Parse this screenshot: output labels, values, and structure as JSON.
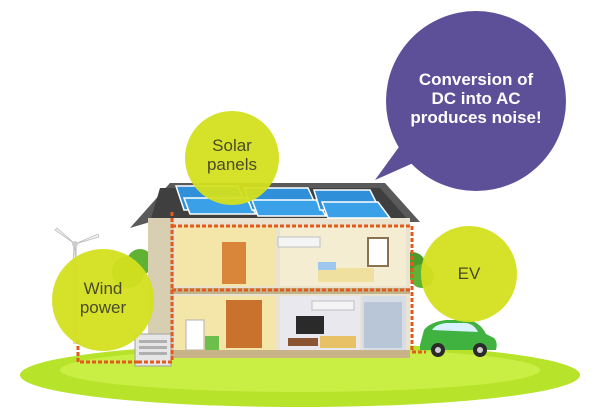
{
  "callouts": {
    "noise_note": [
      "Conversion of",
      "DC into AC",
      "produces noise!"
    ],
    "solar": [
      "Solar",
      "panels"
    ],
    "wind": [
      "Wind",
      "power"
    ],
    "ev": [
      "EV"
    ]
  },
  "colors": {
    "green_bubble": "#d4e01f",
    "purple_bubble": "#5e4f99",
    "wiring": "#e25b1e",
    "lawn": "#b7e32b",
    "solar_panel": "#2f8fd8"
  },
  "icons": [
    "wind-turbine-icon",
    "solar-panel-icon",
    "electric-car-icon",
    "battery-storage-icon",
    "house-icon"
  ]
}
